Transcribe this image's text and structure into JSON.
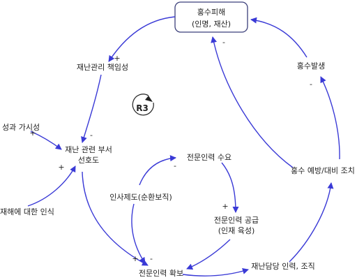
{
  "nodes": {
    "flood_damage_line1": "홍수피해",
    "flood_damage_line2": "(인명, 재산)",
    "disaster_responsibility": "재난관리 책임성",
    "visibility": "성과 가시성",
    "preference_line1": "재난 관련 부서",
    "preference_line2": "선호도",
    "awareness": "재해에 대한 인식",
    "hr_system": "인사제도(순환보직)",
    "expert_demand": "전문인력 수요",
    "expert_supply_line1": "전문인력 공급",
    "expert_supply_line2": "(인재 육성)",
    "expert_secured": "전문인력 확보",
    "staff_org": "재난담당 인력, 조직",
    "flood_prevention": "홍수 예방/대비 조치",
    "flood_occurrence": "홍수발생"
  },
  "loop_label": "R3",
  "signs": {
    "damage_to_responsibility": "+",
    "responsibility_to_preference": "-",
    "visibility_to_preference": "+",
    "awareness_to_preference": "+",
    "hr_to_demand": "-",
    "demand_to_supply": "+",
    "hr_to_secured": "+",
    "preference_to_secured": "-",
    "prevention_to_damage": "-",
    "prevention_to_occurrence": "-"
  }
}
